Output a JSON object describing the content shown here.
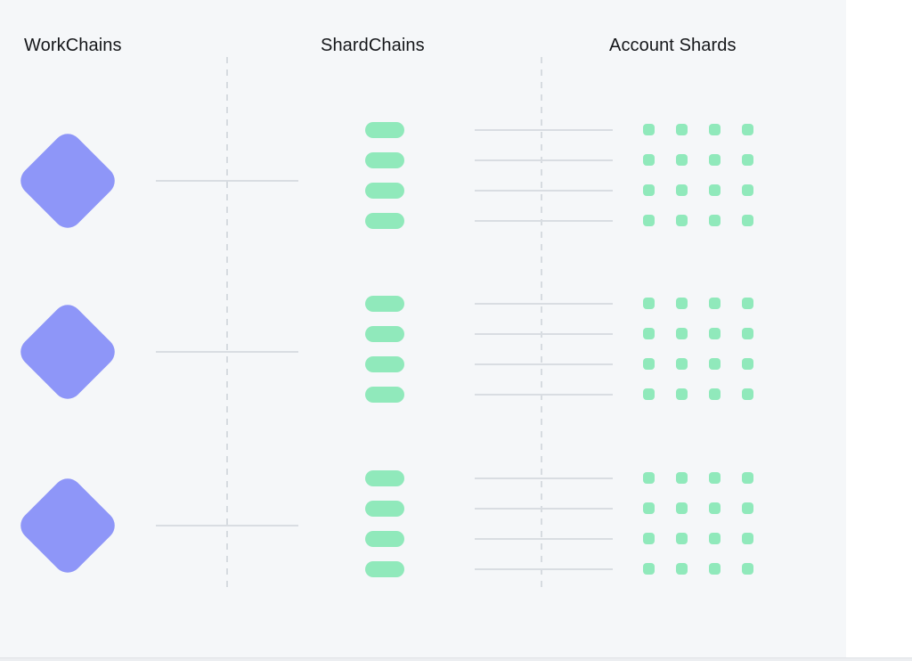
{
  "diagram": {
    "headers": {
      "workchains": "WorkChains",
      "shardchains": "ShardChains",
      "account_shards": "Account Shards"
    },
    "colors": {
      "background": "#f5f7f9",
      "right_margin": "#ffffff",
      "diamond": "#8e96f8",
      "green": "#90e9bb",
      "connector_line": "#d9dde2",
      "dashed_divider": "#d6dbe0",
      "text": "#141619"
    },
    "structure": {
      "workchain_count": 3,
      "shardchains_per_workchain": 4,
      "account_shards_per_shardchain": 4
    }
  }
}
